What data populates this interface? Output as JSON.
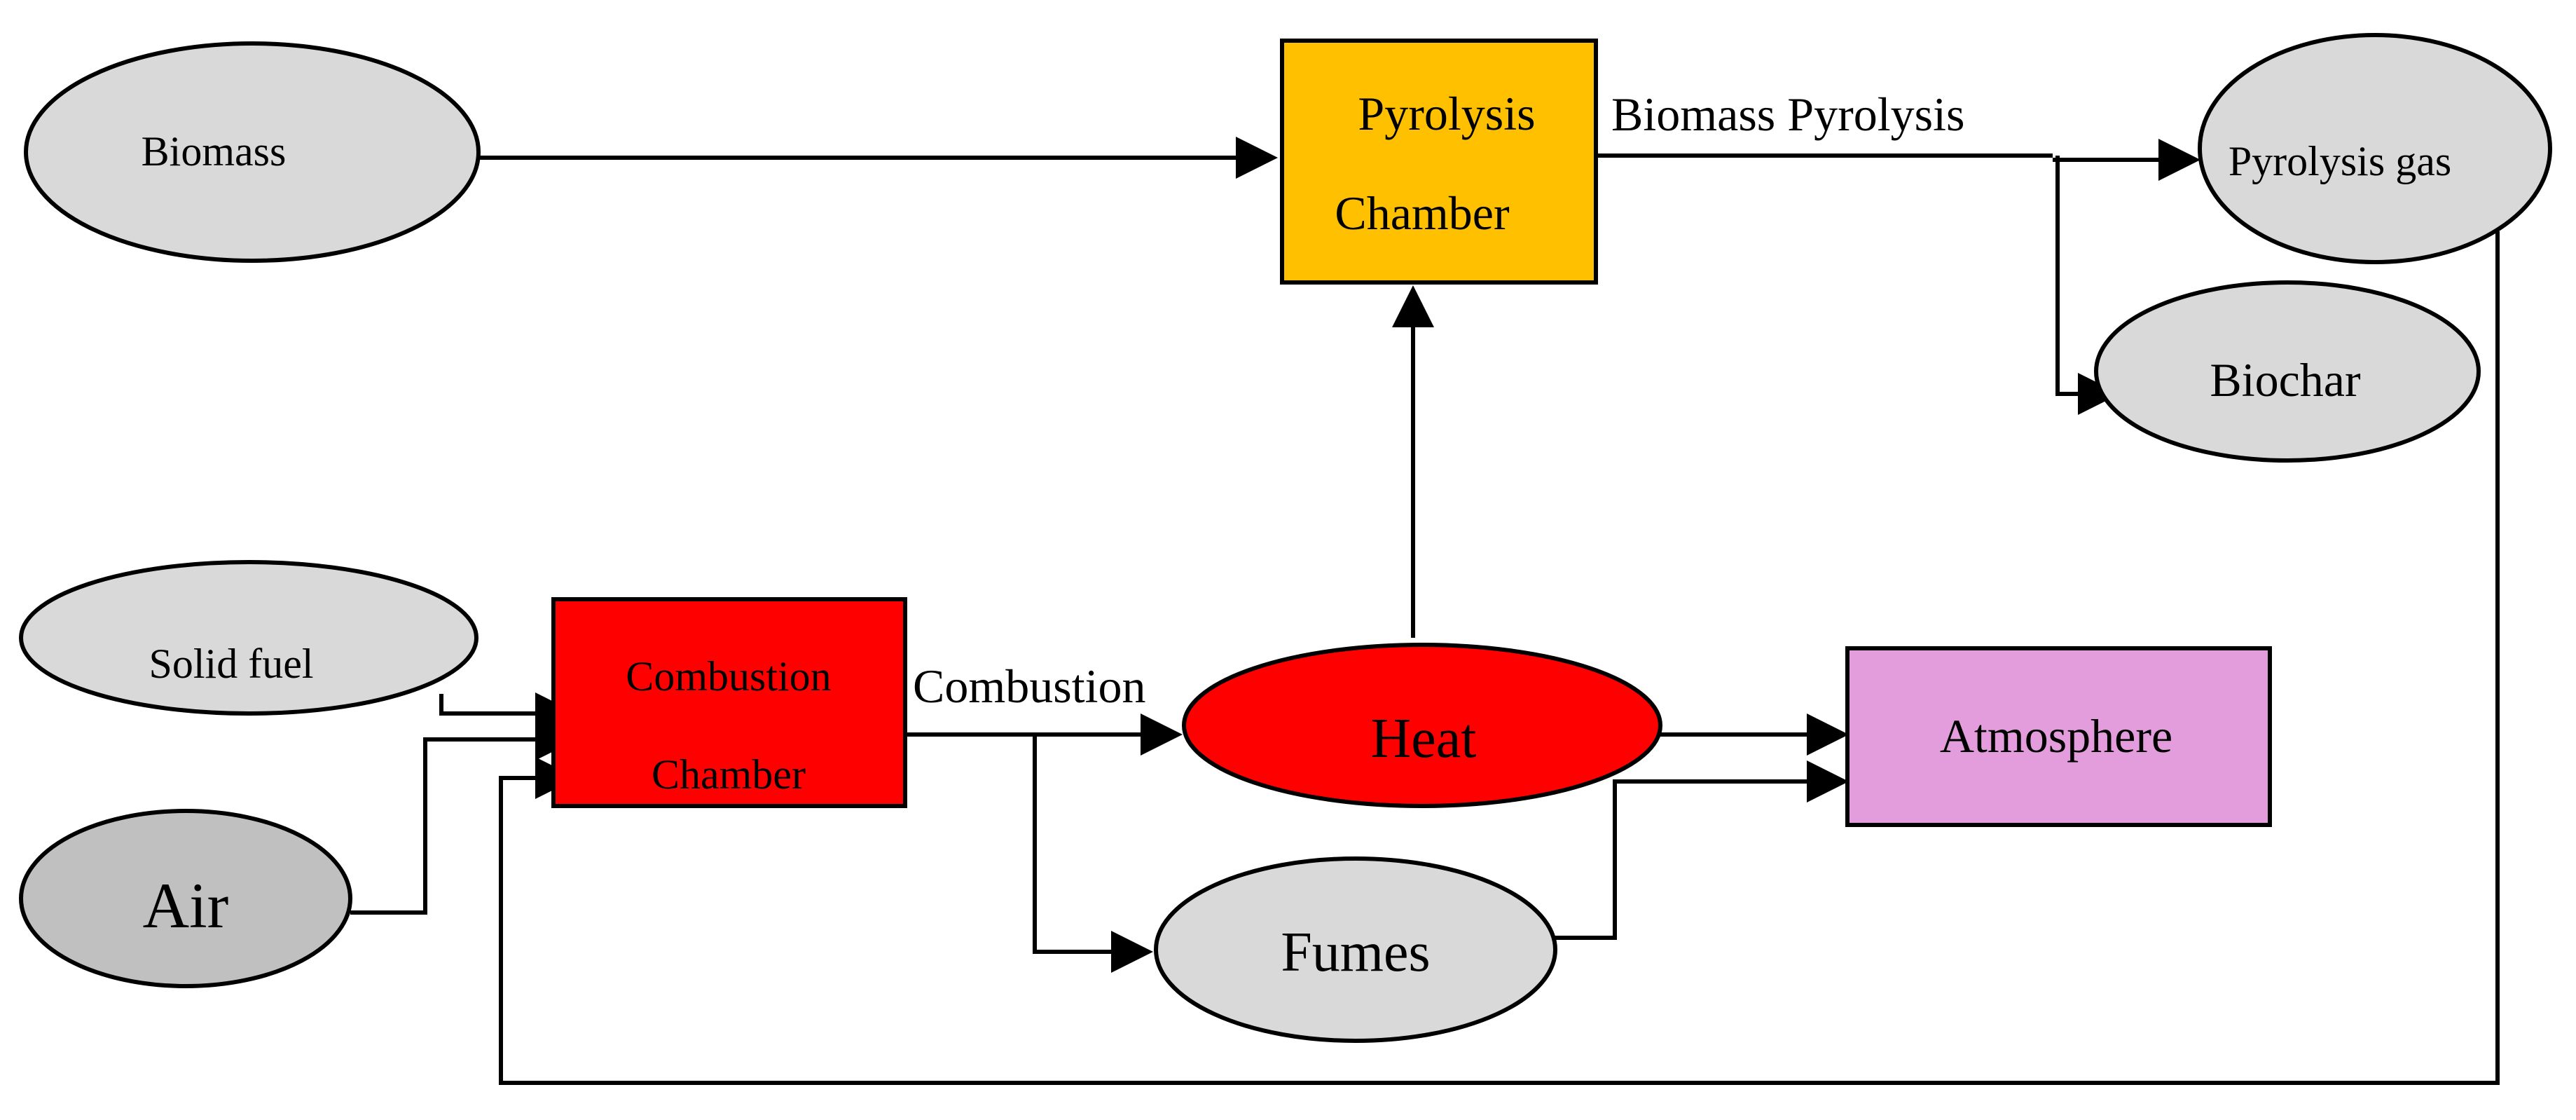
{
  "colors": {
    "gray_node": "#d9d9d9",
    "air_node": "#c0c0c0",
    "pyrolysis_chamber": "#ffc000",
    "combustion_chamber": "#ff0000",
    "heat": "#ff0000",
    "atmosphere": "#e39ddc",
    "line": "#000000"
  },
  "nodes": {
    "biomass": "Biomass",
    "pyrolysis_chamber_line1": "Pyrolysis",
    "pyrolysis_chamber_line2": "Chamber",
    "pyrolysis_gas": "Pyrolysis gas",
    "biochar": "Biochar",
    "solid_fuel": "Solid fuel",
    "combustion_chamber_line1": "Combustion",
    "combustion_chamber_line2": "Chamber",
    "heat": "Heat",
    "atmosphere": "Atmosphere",
    "air": "Air",
    "fumes": "Fumes"
  },
  "edge_labels": {
    "biomass_pyrolysis": "Biomass Pyrolysis",
    "combustion": "Combustion"
  }
}
